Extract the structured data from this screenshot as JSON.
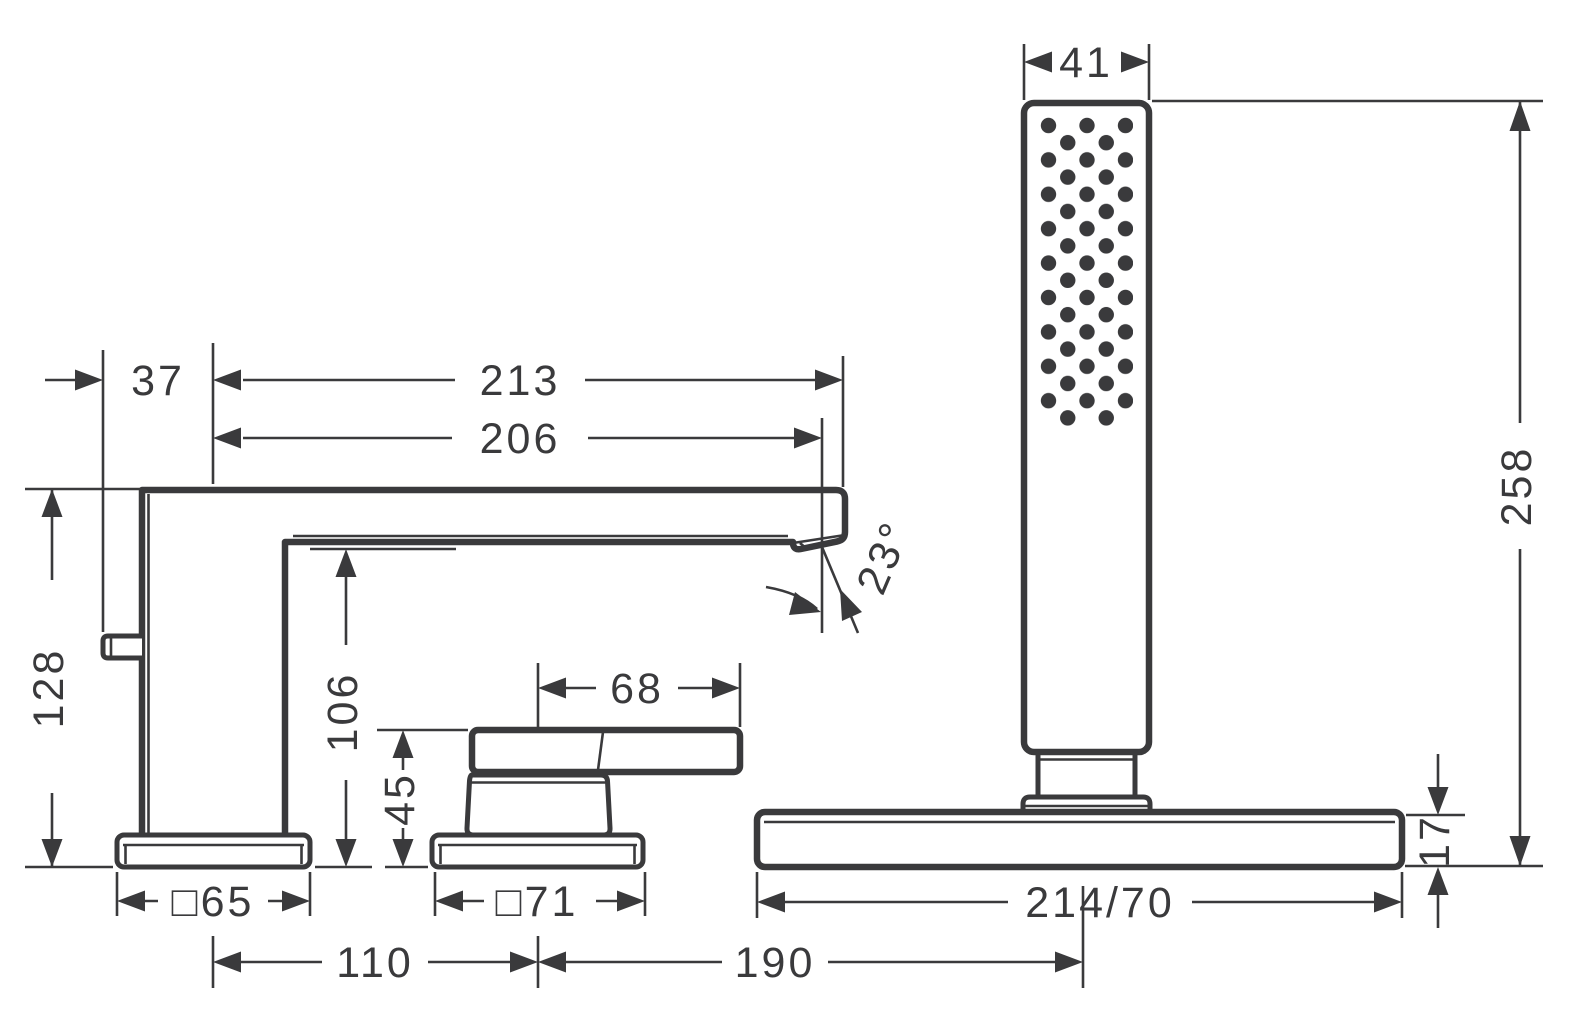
{
  "diagram": {
    "type": "technical-dimension-drawing",
    "subject": "deck-mounted bath mixer with hand shower",
    "line_color": "#3a3a3c",
    "background": "#ffffff",
    "units": "mm",
    "labels": {
      "hand_shower_width": "41",
      "total_height": "258",
      "spout_projection_total": "213",
      "spout_projection": "206",
      "handle_offset": "37",
      "spout_angle": "23°",
      "spout_height": "128",
      "spout_clearance": "106",
      "handle_height": "45",
      "handle_length": "68",
      "spout_escutcheon": "□65",
      "handle_escutcheon": "□71",
      "distance_spout_handle": "110",
      "distance_handle_shower": "190",
      "shower_plate": "214/70",
      "plate_thickness": "17"
    }
  }
}
